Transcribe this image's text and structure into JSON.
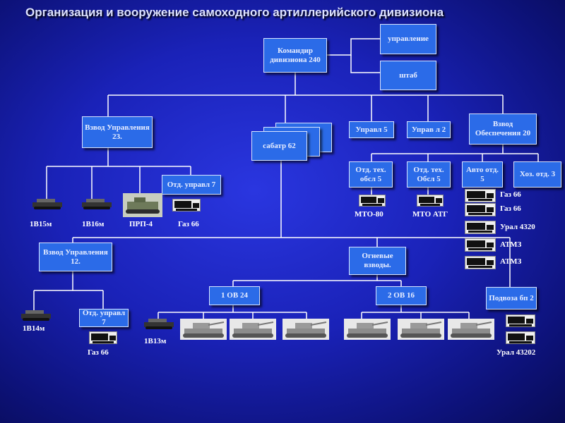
{
  "title": "Организация и вооружение самоходного артиллерийского дивизиона",
  "boxes": {
    "commander": "Командир дивизиона 240",
    "upravlenie": "управление",
    "shtab": "штаб",
    "vzvod_upr_23": "Взвод Управления 23.",
    "sabatr": "сабатр 62",
    "uprav_5": "Управл 5",
    "uprav_2": "Управ л 2",
    "vzvod_obesp": "Взвод Обеспечения 20",
    "otd_tech_1": "Отд. тех. обсл 5",
    "otd_tech_2": "Отд. тех. Обсл 5",
    "avto_otd": "Авто отд. 5",
    "hoz_otd": "Хоз. отд. 3",
    "otd_upravl_top": "Отд. управл 7",
    "vzvod_upr_12": "Взвод Управления 12.",
    "ognevye": "Огневые взводы.",
    "ov1": "1 ОВ 24",
    "ov2": "2 ОВ 16",
    "podvoz": "Подвоза бп 2",
    "otd_upravl_bottom": "Отд. управл 7"
  },
  "labels": {
    "v1b15m": "1В15м",
    "v1b16m": "1В16м",
    "prp4": "ПРП-4",
    "gaz66_top": "Газ 66",
    "mto80": "МТО-80",
    "mto_atg": "МТО АТГ",
    "gaz66_a": "Газ 66",
    "gaz66_b": "Газ 66",
    "ural4320": "Урал 4320",
    "atmz_a": "АТМЗ",
    "atmz_b": "АТМЗ",
    "v1b14m": "1В14м",
    "gaz66_bottom": "Газ 66",
    "v1b13m": "1В13м",
    "ural43202": "Урал 43202"
  },
  "colors": {
    "box_fill": "#2b6be8",
    "line": "#ffffff",
    "background": "#1a22b8"
  },
  "icons": [
    "tracked-vehicle-icon",
    "truck-icon",
    "self-propelled-gun-icon",
    "reconnaissance-vehicle-icon"
  ]
}
